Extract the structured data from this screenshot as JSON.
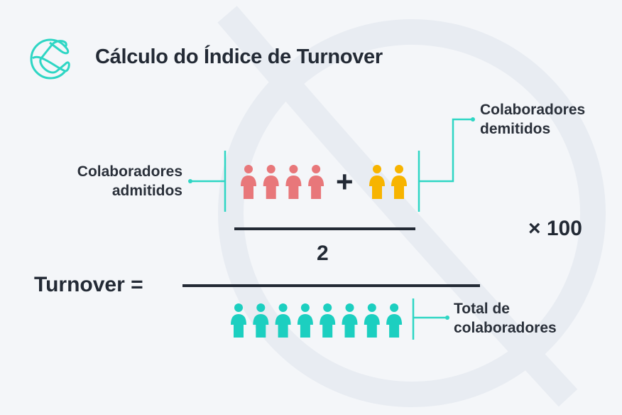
{
  "title": "Cálculo do Índice de Turnover",
  "labels": {
    "admitted_line1": "Colaboradores",
    "admitted_line2": "admitidos",
    "dismissed_line1": "Colaboradores",
    "dismissed_line2": "demitidos",
    "total_line1": "Total de",
    "total_line2": "colaboradores"
  },
  "formula": {
    "plus": "+",
    "divisor": "2",
    "multiplier": "× 100",
    "lhs": "Turnover ="
  },
  "counts": {
    "admitted": 4,
    "dismissed": 2,
    "total": 8
  },
  "colors": {
    "admitted": "#e8777a",
    "dismissed": "#f7b400",
    "total": "#1ccfc0",
    "accent": "#2ed6c4",
    "line": "#232a35"
  }
}
